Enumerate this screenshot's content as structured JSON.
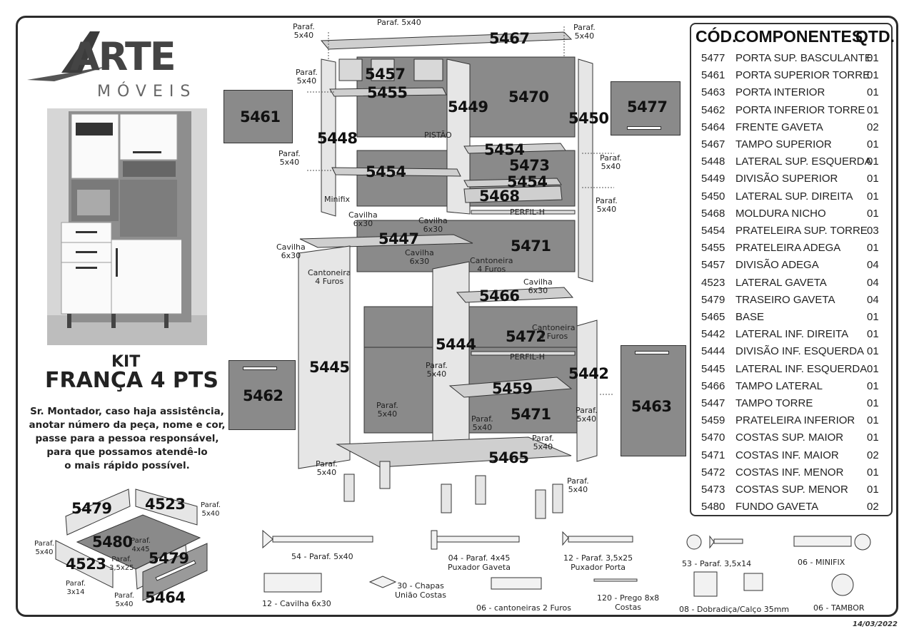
{
  "brand": {
    "name": "ARTE",
    "sub": "MÓVEIS"
  },
  "kit": {
    "label": "KIT",
    "model": "FRANÇA 4 PTS"
  },
  "notice": "Sr. Montador, caso haja assistência, anotar número da peça, nome e cor, passe para a pessoa responsável, para que possamos atendê-lo o mais rápido possível.",
  "notice_lines": [
    "Sr. Montador, caso haja assistência,",
    "anotar número da peça, nome e cor,",
    "passe para a pessoa responsável,",
    "para que possamos atendê-lo",
    "o mais rápido possível."
  ],
  "table": {
    "headers": {
      "code": "CÓD.",
      "name": "COMPONENTES",
      "qty": "QTD."
    },
    "rows": [
      {
        "code": "5477",
        "name": "PORTA SUP. BASCULANTE",
        "qty": "01"
      },
      {
        "code": "5461",
        "name": "PORTA SUPERIOR TORRE",
        "qty": "01"
      },
      {
        "code": "5463",
        "name": "PORTA INTERIOR",
        "qty": "01"
      },
      {
        "code": "5462",
        "name": "PORTA INFERIOR TORRE",
        "qty": "01"
      },
      {
        "code": "5464",
        "name": "FRENTE GAVETA",
        "qty": "02"
      },
      {
        "code": "5467",
        "name": "TAMPO SUPERIOR",
        "qty": "01"
      },
      {
        "code": "5448",
        "name": "LATERAL SUP. ESQUERDA",
        "qty": "01"
      },
      {
        "code": "5449",
        "name": "DIVISÃO SUPERIOR",
        "qty": "01"
      },
      {
        "code": "5450",
        "name": "LATERAL SUP. DIREITA",
        "qty": "01"
      },
      {
        "code": "5468",
        "name": "MOLDURA NICHO",
        "qty": "01"
      },
      {
        "code": "5454",
        "name": "PRATELEIRA SUP. TORRE",
        "qty": "03"
      },
      {
        "code": "5455",
        "name": "PRATELEIRA ADEGA",
        "qty": "01"
      },
      {
        "code": "5457",
        "name": "DIVISÃO ADEGA",
        "qty": "04"
      },
      {
        "code": "4523",
        "name": "LATERAL GAVETA",
        "qty": "04"
      },
      {
        "code": "5479",
        "name": "TRASEIRO GAVETA",
        "qty": "04"
      },
      {
        "code": "5465",
        "name": "BASE",
        "qty": "01"
      },
      {
        "code": "5442",
        "name": "LATERAL INF. DIREITA",
        "qty": "01"
      },
      {
        "code": "5444",
        "name": "DIVISÃO INF. ESQUERDA",
        "qty": "01"
      },
      {
        "code": "5445",
        "name": "LATERAL INF. ESQUERDA",
        "qty": "01"
      },
      {
        "code": "5466",
        "name": "TAMPO LATERAL",
        "qty": "01"
      },
      {
        "code": "5447",
        "name": "TAMPO TORRE",
        "qty": "01"
      },
      {
        "code": "5459",
        "name": "PRATELEIRA INFERIOR",
        "qty": "01"
      },
      {
        "code": "5470",
        "name": "COSTAS SUP. MAIOR",
        "qty": "01"
      },
      {
        "code": "5471",
        "name": "COSTAS INF. MAIOR",
        "qty": "02"
      },
      {
        "code": "5472",
        "name": "COSTAS INF. MENOR",
        "qty": "01"
      },
      {
        "code": "5473",
        "name": "COSTAS SUP. MENOR",
        "qty": "01"
      },
      {
        "code": "5480",
        "name": "FUNDO GAVETA",
        "qty": "02"
      }
    ]
  },
  "diagram": {
    "parts": {
      "p5467": "5467",
      "p5457": "5457",
      "p5455": "5455",
      "p5449": "5449",
      "p5470": "5470",
      "p5450": "5450",
      "p5477": "5477",
      "p5461": "5461",
      "p5448": "5448",
      "p5454a": "5454",
      "p5454b": "5454",
      "p5473": "5473",
      "p5454c": "5454",
      "p5468": "5468",
      "p5447": "5447",
      "p5471a": "5471",
      "p5466": "5466",
      "p5445": "5445",
      "p5444": "5444",
      "p5472": "5472",
      "p5442": "5442",
      "p5459": "5459",
      "p5471b": "5471",
      "p5462": "5462",
      "p5463": "5463",
      "p5465": "5465"
    },
    "labels": {
      "paraf_tl": "Paraf.\n5x40",
      "paraf_top": "Paraf. 5x40",
      "paraf_tr": "Paraf.\n5x40",
      "paraf_l1": "Paraf.\n5x40",
      "paraf_l2": "Paraf.\n5x40",
      "paraf_r1": "Paraf.\n5x40",
      "paraf_r2": "Paraf.\n5x40",
      "pistao": "PISTÃO",
      "minifix": "Minifix",
      "perfil1": "PERFIL-H",
      "perfil2": "PERFIL-H",
      "cav1": "Cavilha\n6x30",
      "cav2": "Cavilha\n6x30",
      "cav3": "Cavilha\n6x30",
      "cav4": "Cavilha\n6x30",
      "cav5": "Cavilha\n6x30",
      "cant1": "Cantoneira\n4 Furos",
      "cant2": "Cantoneira\n4 Furos",
      "cant3": "Cantoneira\n4 Furos",
      "paraf_m1": "Paraf.\n5x40",
      "paraf_m2": "Paraf.\n5x40",
      "paraf_m3": "Paraf.\n5x40",
      "paraf_m4": "Paraf.\n5x40",
      "paraf_m5": "Paraf.\n5x40",
      "paraf_m6": "Paraf.\n5x40",
      "paraf_m7": "Paraf.\n5x40"
    }
  },
  "drawer": {
    "parts": {
      "a": "5479",
      "b": "4523",
      "c": "5480",
      "d": "4523",
      "e": "5479",
      "f": "5464"
    },
    "labels": {
      "p1": "Paraf.\n5x40",
      "p2": "Paraf.\n4x45",
      "p3": "Paraf.\n5x40",
      "p4": "Paraf.\n3,5x25",
      "p5": "Paraf.\n3x14",
      "p6": "Paraf.\n5x40"
    }
  },
  "hardware": [
    {
      "id": "h1",
      "text": "54 - Paraf. 5x40"
    },
    {
      "id": "h2",
      "text": "04 - Paraf. 4x45\nPuxador Gaveta"
    },
    {
      "id": "h3",
      "text": "12 - Paraf. 3,5x25\nPuxador Porta"
    },
    {
      "id": "h4",
      "text": "53 - Paraf. 3,5x14"
    },
    {
      "id": "h5",
      "text": "06 - MINIFIX"
    },
    {
      "id": "h6",
      "text": "12 - Cavilha 6x30"
    },
    {
      "id": "h7",
      "text": "30 - Chapas\nUnião Costas"
    },
    {
      "id": "h8",
      "text": "06 - cantoneiras 2 Furos"
    },
    {
      "id": "h9",
      "text": "120 - Prego 8x8\nCostas"
    },
    {
      "id": "h10",
      "text": "08 - Dobradiça/Calço 35mm"
    },
    {
      "id": "h11",
      "text": "06 - TAMBOR"
    }
  ],
  "date": "14/03/2022"
}
